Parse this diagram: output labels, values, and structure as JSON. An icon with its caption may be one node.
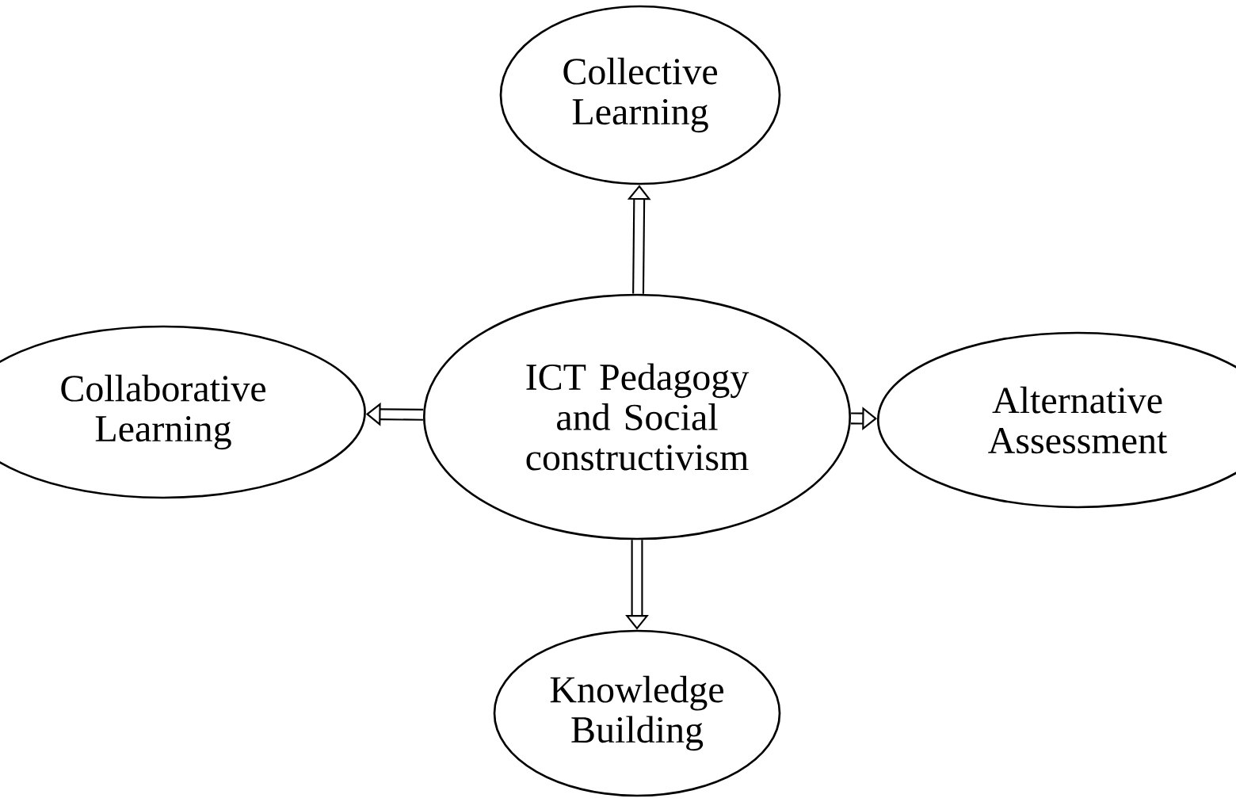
{
  "diagram": {
    "nodes": [
      {
        "text": [
          "ICT Pedagogy and Social constructivism"
        ]
      },
      {
        "text": [
          "Collective Learning"
        ]
      },
      {
        "text": [
          "Collaborative Learning"
        ]
      },
      {
        "text": [
          "Alternative Assessment"
        ]
      },
      {
        "text": [
          "Knowledge Building"
        ]
      }
    ],
    "edges": [
      {
        "from": 0,
        "to": 1,
        "arrow": "to"
      },
      {
        "from": 0,
        "to": 2,
        "arrow": "to"
      },
      {
        "from": 0,
        "to": 3,
        "arrow": "to"
      },
      {
        "from": 0,
        "to": 4,
        "arrow": "to"
      }
    ]
  }
}
